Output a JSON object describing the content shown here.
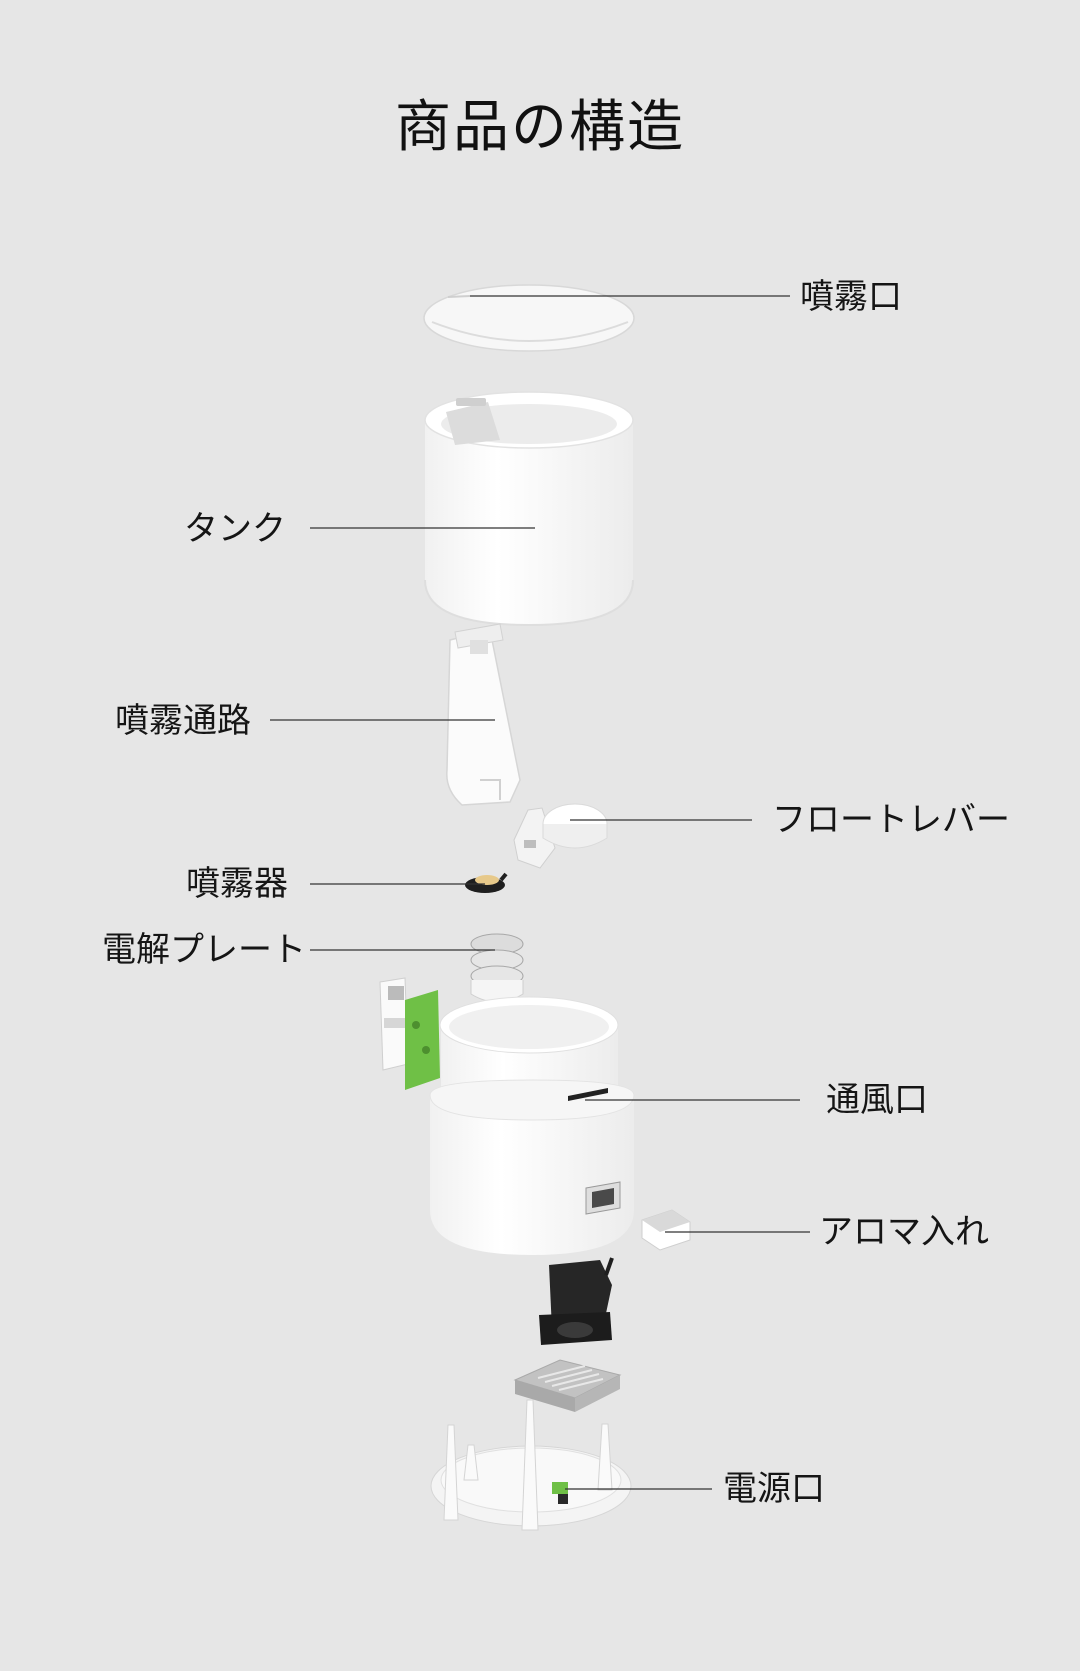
{
  "title": "商品の構造",
  "labels": {
    "spray_outlet": "噴霧口",
    "tank": "タンク",
    "spray_passage": "噴霧通路",
    "float_lever": "フロートレバー",
    "atomizer": "噴霧器",
    "electrolysis_plate": "電解プレート",
    "vent": "通風口",
    "aroma_case": "アロマ入れ",
    "power_port": "電源口"
  },
  "colors": {
    "background": "#e6e6e6",
    "part_white": "#ffffff",
    "shade": "#e2e2e2",
    "leader_line": "#333333",
    "pcb_green": "#6fc046",
    "fan_black": "#1f1f1f",
    "heatsink_gray": "#bdbdbd"
  }
}
